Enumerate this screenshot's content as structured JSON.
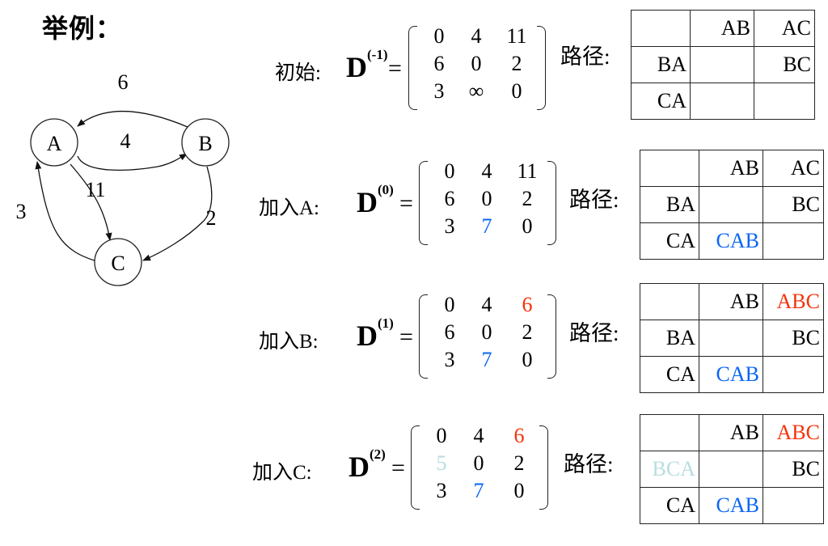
{
  "title": "举例：",
  "graph": {
    "nodes": [
      "A",
      "B",
      "C"
    ],
    "edges": [
      {
        "from": "B",
        "to": "A",
        "weight": "6"
      },
      {
        "from": "A",
        "to": "B",
        "weight": "4"
      },
      {
        "from": "A",
        "to": "C",
        "weight": "11"
      },
      {
        "from": "C",
        "to": "A",
        "weight": "3"
      },
      {
        "from": "B",
        "to": "C",
        "weight": "2"
      }
    ]
  },
  "colors": {
    "updated_by_A": "#0a66f5",
    "updated_by_B": "#f5330a",
    "updated_by_C": "#b8dde0"
  },
  "path_label": "路径:",
  "steps": [
    {
      "label": "初始:",
      "symbol": "D",
      "superscript": "(-1)",
      "equals": "=",
      "matrix": [
        [
          "0",
          "4",
          "11"
        ],
        [
          "6",
          "0",
          "2"
        ],
        [
          "3",
          "∞",
          "0"
        ]
      ],
      "matrix_colors": [
        [
          "",
          "",
          ""
        ],
        [
          "",
          "",
          ""
        ],
        [
          "",
          "",
          ""
        ]
      ],
      "paths": [
        [
          "",
          "AB",
          "AC"
        ],
        [
          "BA",
          "",
          "BC"
        ],
        [
          "CA",
          "",
          ""
        ]
      ],
      "path_colors": [
        [
          "",
          "",
          ""
        ],
        [
          "",
          "",
          ""
        ],
        [
          "",
          "",
          ""
        ]
      ]
    },
    {
      "label": "加入A:",
      "symbol": "D",
      "superscript": "(0)",
      "equals": "=",
      "matrix": [
        [
          "0",
          "4",
          "11"
        ],
        [
          "6",
          "0",
          "2"
        ],
        [
          "3",
          "7",
          "0"
        ]
      ],
      "matrix_colors": [
        [
          "",
          "",
          ""
        ],
        [
          "",
          "",
          ""
        ],
        [
          "",
          "blue",
          ""
        ]
      ],
      "paths": [
        [
          "",
          "AB",
          "AC"
        ],
        [
          "BA",
          "",
          "BC"
        ],
        [
          "CA",
          "CAB",
          ""
        ]
      ],
      "path_colors": [
        [
          "",
          "",
          ""
        ],
        [
          "",
          "",
          ""
        ],
        [
          "",
          "blue",
          ""
        ]
      ]
    },
    {
      "label": "加入B:",
      "symbol": "D",
      "superscript": "(1)",
      "equals": "=",
      "matrix": [
        [
          "0",
          "4",
          "6"
        ],
        [
          "6",
          "0",
          "2"
        ],
        [
          "3",
          "7",
          "0"
        ]
      ],
      "matrix_colors": [
        [
          "",
          "",
          "red"
        ],
        [
          "",
          "",
          ""
        ],
        [
          "",
          "blue",
          ""
        ]
      ],
      "paths": [
        [
          "",
          "AB",
          "ABC"
        ],
        [
          "BA",
          "",
          "BC"
        ],
        [
          "CA",
          "CAB",
          ""
        ]
      ],
      "path_colors": [
        [
          "",
          "",
          "red"
        ],
        [
          "",
          "",
          ""
        ],
        [
          "",
          "blue",
          ""
        ]
      ]
    },
    {
      "label": "加入C:",
      "symbol": "D",
      "superscript": "(2)",
      "equals": "=",
      "matrix": [
        [
          "0",
          "4",
          "6"
        ],
        [
          "5",
          "0",
          "2"
        ],
        [
          "3",
          "7",
          "0"
        ]
      ],
      "matrix_colors": [
        [
          "",
          "",
          "red"
        ],
        [
          "faint",
          "",
          ""
        ],
        [
          "",
          "blue",
          ""
        ]
      ],
      "paths": [
        [
          "",
          "AB",
          "ABC"
        ],
        [
          "BCA",
          "",
          "BC"
        ],
        [
          "CA",
          "CAB",
          ""
        ]
      ],
      "path_colors": [
        [
          "",
          "",
          "red"
        ],
        [
          "faint",
          "",
          ""
        ],
        [
          "",
          "blue",
          ""
        ]
      ]
    }
  ]
}
